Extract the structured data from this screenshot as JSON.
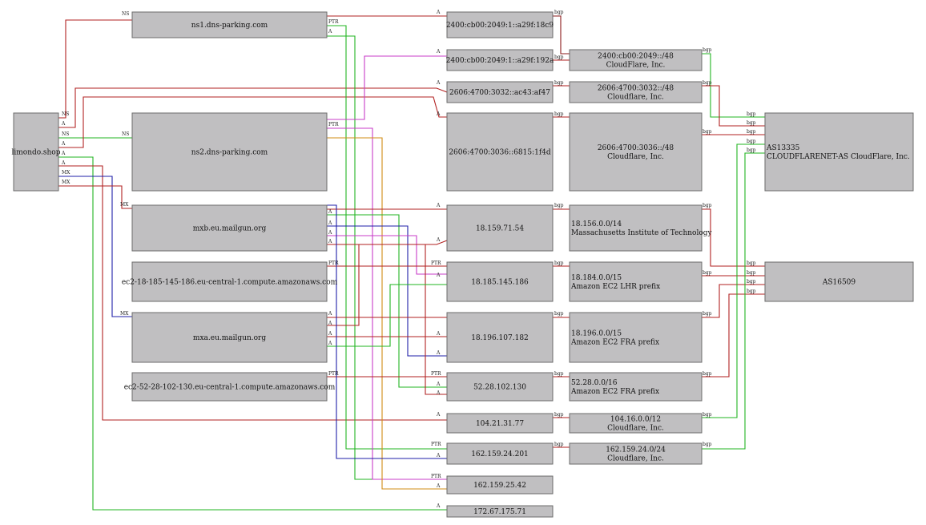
{
  "nodes": {
    "root": {
      "lines": [
        "limondo.shop"
      ]
    },
    "ns1": {
      "lines": [
        "ns1.dns-parking.com"
      ]
    },
    "ns2": {
      "lines": [
        "ns2.dns-parking.com"
      ]
    },
    "mxb": {
      "lines": [
        "mxb.eu.mailgun.org"
      ]
    },
    "ec2a": {
      "lines": [
        "ec2-18-185-145-186.eu-central-1.compute.amazonaws.com"
      ]
    },
    "mxa": {
      "lines": [
        "mxa.eu.mailgun.org"
      ]
    },
    "ec2b": {
      "lines": [
        "ec2-52-28-102-130.eu-central-1.compute.amazonaws.com"
      ]
    },
    "ip1": {
      "lines": [
        "2400:cb00:2049:1::a29f:18c9"
      ]
    },
    "ip2": {
      "lines": [
        "2400:cb00:2049:1::a29f:192a"
      ]
    },
    "ip3": {
      "lines": [
        "2606:4700:3032::ac43:af47"
      ]
    },
    "ip4": {
      "lines": [
        "2606:4700:3036::6815:1f4d"
      ]
    },
    "ip5": {
      "lines": [
        "18.159.71.54"
      ]
    },
    "ip6": {
      "lines": [
        "18.185.145.186"
      ]
    },
    "ip7": {
      "lines": [
        "18.196.107.182"
      ]
    },
    "ip8": {
      "lines": [
        "52.28.102.130"
      ]
    },
    "ip9": {
      "lines": [
        "104.21.31.77"
      ]
    },
    "ip10": {
      "lines": [
        "162.159.24.201"
      ]
    },
    "ip11": {
      "lines": [
        "162.159.25.42"
      ]
    },
    "ip12": {
      "lines": [
        "172.67.175.71"
      ]
    },
    "pf1": {
      "lines": [
        "2400:cb00:2049::/48",
        "CloudFlare, Inc."
      ]
    },
    "pf2": {
      "lines": [
        "2606:4700:3032::/48",
        "Cloudflare, Inc."
      ]
    },
    "pf3": {
      "lines": [
        "2606:4700:3036::/48",
        "Cloudflare, Inc."
      ]
    },
    "pf4": {
      "lines": [
        "18.156.0.0/14",
        "Massachusetts Institute of Technology"
      ]
    },
    "pf5": {
      "lines": [
        "18.184.0.0/15",
        "Amazon EC2 LHR prefix"
      ]
    },
    "pf6": {
      "lines": [
        "18.196.0.0/15",
        "Amazon EC2 FRA prefix"
      ]
    },
    "pf7": {
      "lines": [
        "52.28.0.0/16",
        "Amazon EC2 FRA prefix"
      ]
    },
    "pf8": {
      "lines": [
        "104.16.0.0/12",
        "Cloudflare, Inc."
      ]
    },
    "pf9": {
      "lines": [
        "162.159.24.0/24",
        "Cloudflare, Inc."
      ]
    },
    "as1": {
      "lines": [
        "AS13335",
        "CLOUDFLARENET-AS CloudFlare, Inc."
      ]
    },
    "as2": {
      "lines": [
        "AS16509"
      ]
    }
  },
  "edge_labels": {
    "ns": "NS",
    "a": "A",
    "mx": "MX",
    "ptr": "PTR",
    "bgp": "bgp"
  },
  "colors": {
    "red": "#b22222",
    "green": "#22b422",
    "blue": "#1f1fa8",
    "magenta": "#c83cc8",
    "orange": "#d28c14",
    "darkred": "#8b1a1a"
  }
}
